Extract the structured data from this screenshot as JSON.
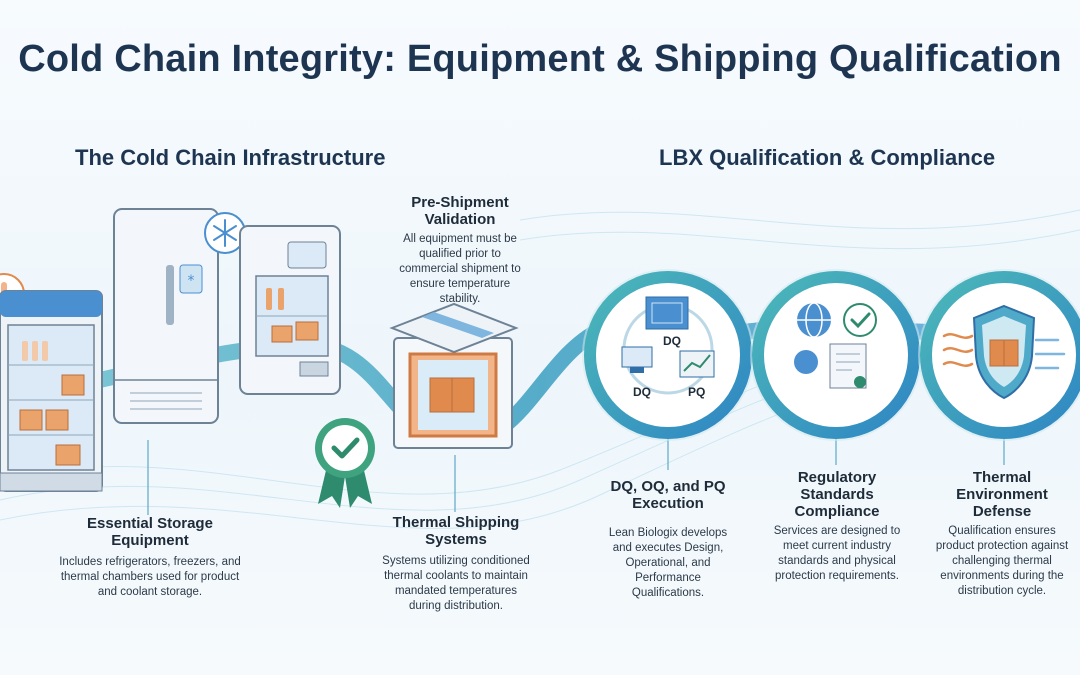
{
  "title": "Cold Chain Integrity: Equipment & Shipping Qualification",
  "sections": {
    "left": "The Cold Chain Infrastructure",
    "right": "LBX Qualification & Compliance"
  },
  "cards": {
    "storage": {
      "title": "Essential Storage Equipment",
      "desc": "Includes refrigerators, freezers, and thermal chambers used for product and coolant storage."
    },
    "preshipment": {
      "title": "Pre-Shipment Validation",
      "desc": "All equipment must be qualified prior to commercial shipment to ensure temperature stability."
    },
    "thermal_shipping": {
      "title": "Thermal Shipping Systems",
      "desc": "Systems utilizing conditioned thermal coolants to maintain mandated temperatures during distribution."
    },
    "dqoqpq": {
      "title": "DQ, OQ, and PQ Execution",
      "desc": "Lean Biologix develops and executes Design, Operational, and Performance Qualifications."
    },
    "regulatory": {
      "title": "Regulatory Standards Compliance",
      "desc": "Services are designed to meet current industry standards and physical protection requirements."
    },
    "thermal_defense": {
      "title": "Thermal Environment Defense",
      "desc": "Qualification ensures product protection against challenging thermal environments during the distribution cycle."
    }
  },
  "icon_labels": {
    "dq_top": "DQ",
    "dq_left": "DQ",
    "pq": "PQ"
  },
  "icons": [
    "refrigerator-icon",
    "freezer-icon",
    "thermal-chamber-icon",
    "snowflake-icon",
    "thermometer-icon",
    "insulated-shipper-icon",
    "check-badge-icon",
    "blueprint-icon",
    "computer-icon",
    "chart-icon",
    "globe-icon",
    "checkmark-icon",
    "document-icon",
    "shield-box-icon"
  ],
  "colors": {
    "title": "#1e3552",
    "teal": "#3aa7b5",
    "blue": "#2f7fc1",
    "accent_orange": "#e08a4e",
    "badge_green": "#2e8b6e"
  }
}
